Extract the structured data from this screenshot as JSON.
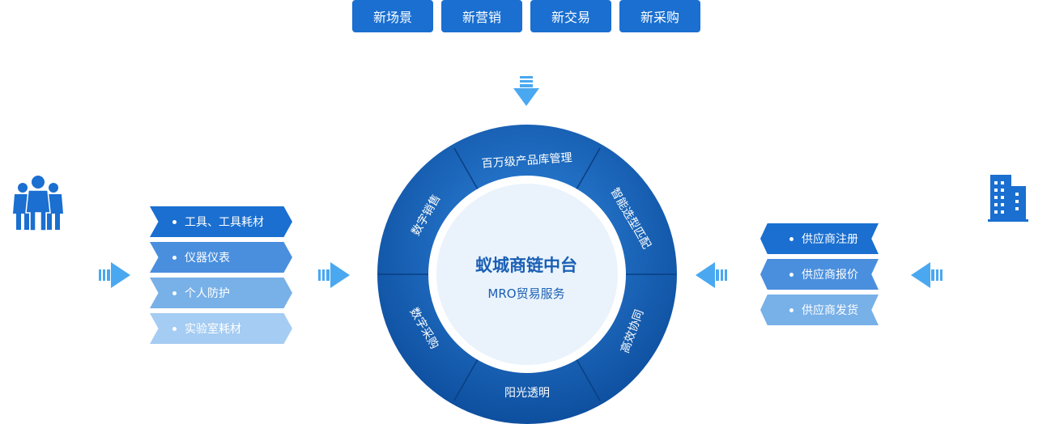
{
  "tabs": [
    "新场景",
    "新营销",
    "新交易",
    "新采购"
  ],
  "left_tags": [
    "工具、工具耗材",
    "仪器仪表",
    "个人防护",
    "实验室耗材"
  ],
  "right_tags": [
    "供应商注册",
    "供应商报价",
    "供应商发货"
  ],
  "ring_labels": {
    "top": "百万级产品库管理",
    "upper_right": "智能选型匹配",
    "lower_right": "高效协同",
    "bottom": "阳光透明",
    "lower_left": "数字采购",
    "upper_left": "数字销售"
  },
  "hub": {
    "title": "蚁城商链中台",
    "subtitle": "MRO贸易服务"
  },
  "icons": {
    "left": "people-group-icon",
    "right": "office-building-icon"
  },
  "colors": {
    "primary": "#1a6fd0",
    "ring_dark": "#0e4f9f",
    "ring_light": "#2f86de",
    "center": "#eaf3fc",
    "arrow": "#4aa8f0",
    "tag_shades": [
      "#1a6fd0",
      "#4a8fde",
      "#78b0e8",
      "#a5ccf2"
    ]
  }
}
